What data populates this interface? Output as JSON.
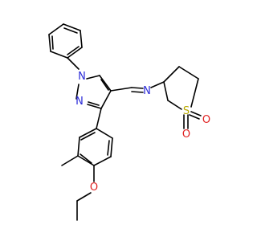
{
  "molecule": {
    "atoms": [
      {
        "id": "n-pyrazole-1",
        "symbol": "N",
        "color": "#2a2ad8"
      },
      {
        "id": "n-pyrazole-2",
        "symbol": "N",
        "color": "#2a2ad8"
      },
      {
        "id": "n-imine",
        "symbol": "N",
        "color": "#2a2ad8"
      },
      {
        "id": "s-sulfone",
        "symbol": "S",
        "color": "#b8a800"
      },
      {
        "id": "o-sulfone-1",
        "symbol": "O",
        "color": "#e02020"
      },
      {
        "id": "o-sulfone-2",
        "symbol": "O",
        "color": "#e02020"
      },
      {
        "id": "o-ether",
        "symbol": "O",
        "color": "#e02020"
      }
    ],
    "bond_color": "#000000"
  }
}
